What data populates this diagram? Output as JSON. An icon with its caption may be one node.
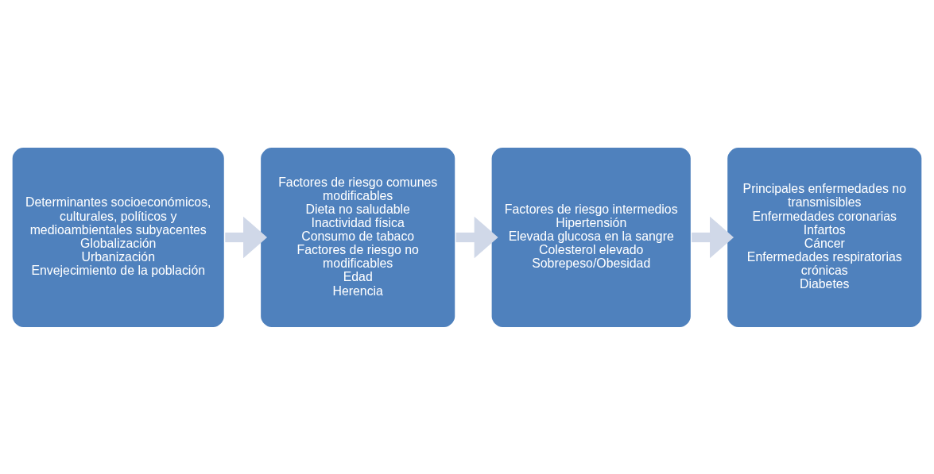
{
  "diagram": {
    "nodes": [
      {
        "text": [
          "Determinantes socioeconómicos, culturales, políticos y medioambientales subyacentes",
          "Globalización",
          "Urbanización",
          "Envejecimiento de la población"
        ]
      },
      {
        "text": [
          "Factores de riesgo comunes modificables",
          "Dieta no saludable",
          "Inactividad física",
          "Consumo de tabaco",
          "Factores de riesgo no modificables",
          "Edad",
          "Herencia"
        ]
      },
      {
        "text": [
          "Factores de riesgo intermedios",
          "Hipertensión",
          "Elevada glucosa en la sangre",
          "Colesterol elevado",
          "Sobrepeso/Obesidad"
        ]
      },
      {
        "text": [
          "Principales enfermedades no transmisibles",
          "Enfermedades coronarias",
          "Infartos",
          "Cáncer",
          "Enfermedades respiratorias crónicas",
          "Diabetes"
        ]
      }
    ],
    "edges": [
      {
        "from": 0,
        "to": 1,
        "arrow": "to"
      },
      {
        "from": 1,
        "to": 2,
        "arrow": "to"
      },
      {
        "from": 2,
        "to": 3,
        "arrow": "to"
      }
    ]
  }
}
